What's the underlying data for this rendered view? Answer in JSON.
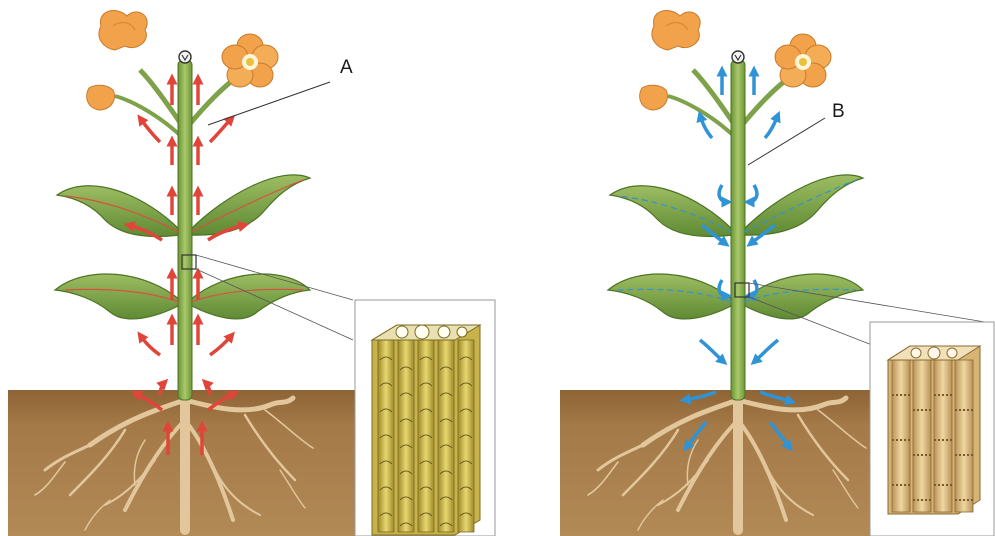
{
  "labels": {
    "a": "A",
    "b": "B"
  },
  "colors": {
    "xylem_arrow": "#e0453a",
    "phloem_arrow": "#2f93d6",
    "soil": "#a47a48",
    "leaf": "#7ea24a",
    "flower": "#f2a24a"
  },
  "icons": [
    "upward-transport-arrows",
    "bidirectional-transport-arrows",
    "xylem-tissue-cutaway",
    "phloem-tissue-cutaway"
  ]
}
